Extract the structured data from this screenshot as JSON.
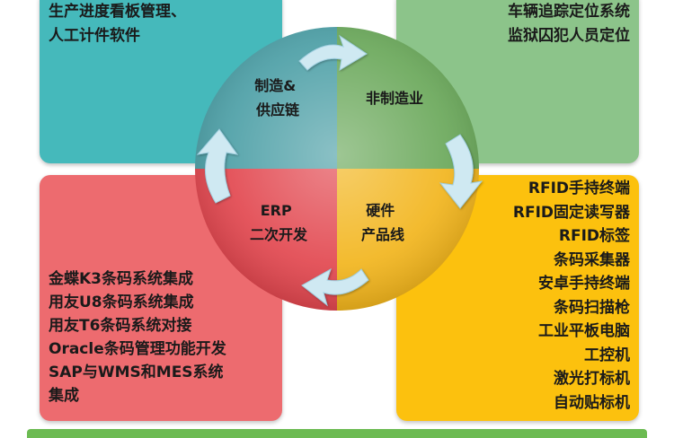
{
  "quadrants": {
    "top_left": {
      "color": "#45b9bb",
      "label_lines": [
        "制造&",
        "供应链"
      ],
      "items": [
        "生产进度看板管理、",
        "人工计件软件"
      ]
    },
    "top_right": {
      "color": "#8cc48a",
      "label_lines": [
        "非制造业"
      ],
      "items": [
        "车辆追踪定位系统",
        "监狱囚犯人员定位"
      ]
    },
    "bottom_left": {
      "color": "#ed6b6f",
      "label_lines": [
        "ERP",
        "二次开发"
      ],
      "items": [
        "金蝶K3条码系统集成",
        "用友U8条码系统集成",
        "用友T6条码系统对接",
        "Oracle条码管理功能开发",
        "SAP与WMS和MES系统",
        "集成"
      ]
    },
    "bottom_right": {
      "color": "#fcc10e",
      "label_lines": [
        "硬件",
        "产品线"
      ],
      "items": [
        "RFID手持终端",
        "RFID固定读写器",
        "RFID标签",
        "条码采集器",
        "安卓手持终端",
        "条码扫描枪",
        "工业平板电脑",
        "工控机",
        "激光打标机",
        "自动贴标机"
      ]
    }
  },
  "wheel_colors": {
    "top_left": "#4c9fa6",
    "top_right": "#6aa85a",
    "bottom_left": "#e2474f",
    "bottom_right": "#f2b51d",
    "arrow": "#cfe9f2"
  },
  "bottom_bar_color": "#6cbb52"
}
